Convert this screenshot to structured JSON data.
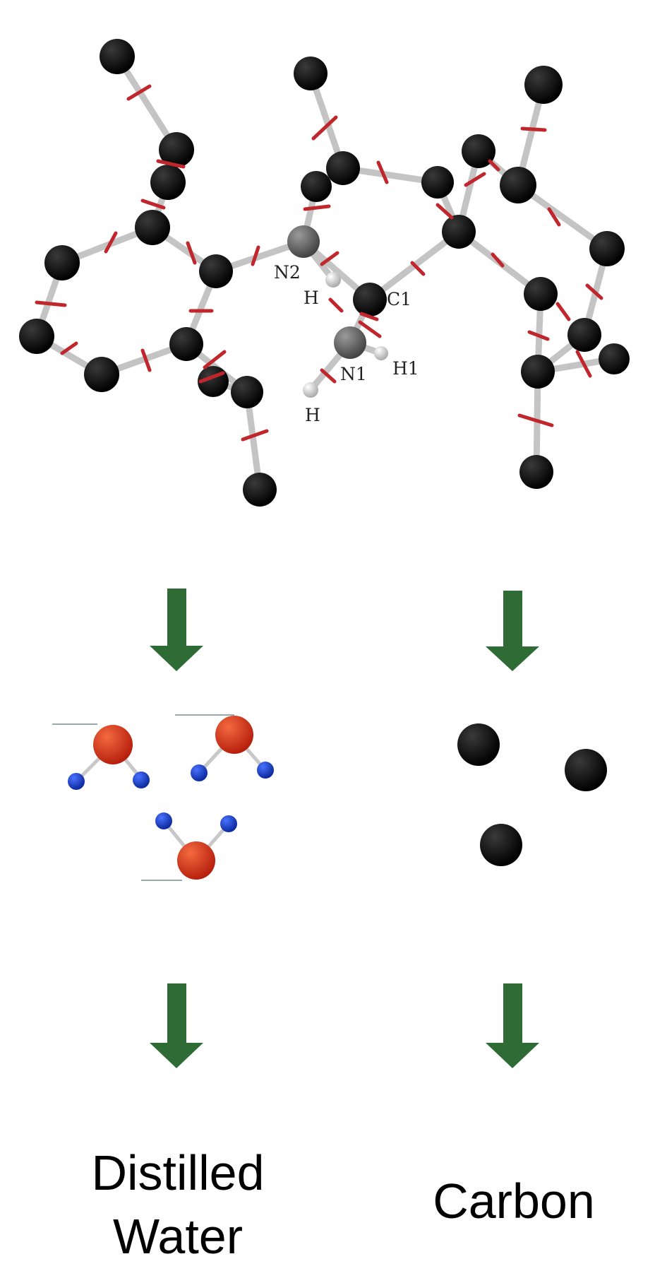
{
  "molecule": {
    "labels": {
      "n2": "N2",
      "n1": "N1",
      "c1": "C1",
      "h_left": "H",
      "h_right": "H1",
      "h_bottom": "H"
    }
  },
  "products": {
    "water": {
      "label_line1": "Distilled",
      "label_line2": "Water"
    },
    "carbon": {
      "label": "Carbon"
    }
  },
  "colors": {
    "arrow": "#2e6b35",
    "carbon_atom": "#000000",
    "oxygen_atom": "#d8391f",
    "hydrogen_atom": "#1c3fc4",
    "cut_mark": "#c0272d",
    "bond": "#b8b8b8"
  }
}
